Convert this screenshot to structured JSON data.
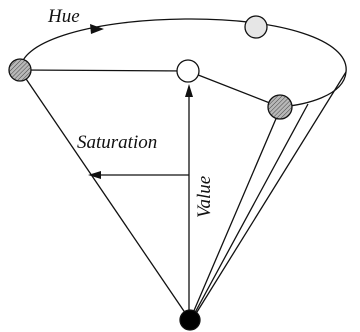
{
  "labels": {
    "hue": "Hue",
    "saturation": "Saturation",
    "value": "Value"
  },
  "colors": {
    "line": "#111111",
    "background": "#ffffff",
    "marker_gray": "#b8b8b8",
    "marker_light": "#e6e6e6",
    "marker_white": "#ffffff",
    "marker_black": "#000000"
  }
}
